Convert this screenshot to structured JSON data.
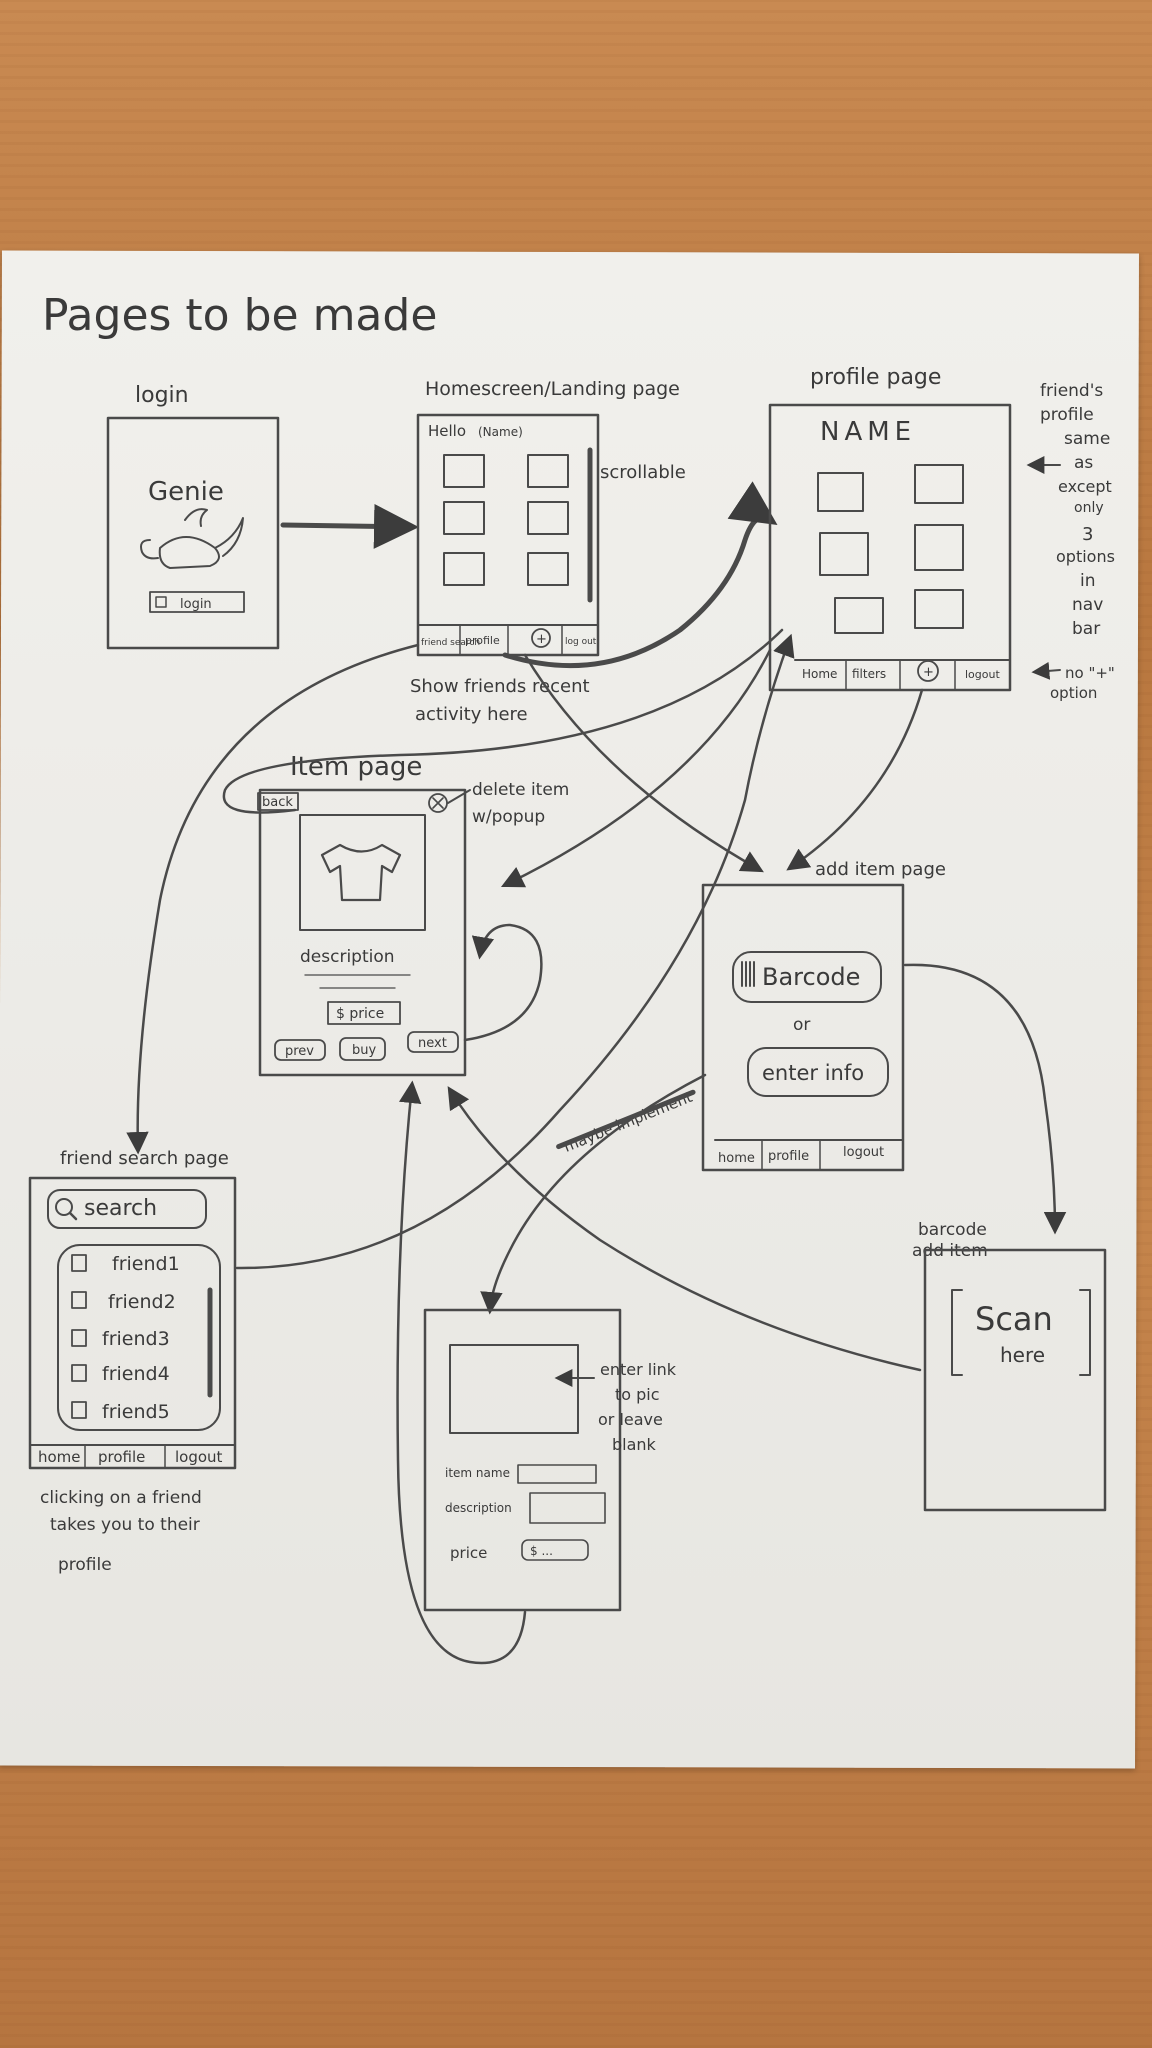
{
  "title": "Pages to be made",
  "login": {
    "label": "login",
    "app_name": "Genie",
    "button": "login"
  },
  "home": {
    "label": "Homescreen/Landing page",
    "greeting": "Hello",
    "name_placeholder": "(Name)",
    "scroll_note": "scrollable",
    "nav": [
      "friend search",
      "profile",
      "+",
      "log out"
    ],
    "note": "Show friends recent activity here"
  },
  "profile": {
    "label": "profile page",
    "name": "NAME",
    "nav": [
      "Home",
      "filters",
      "+",
      "logout"
    ],
    "side_note": [
      "friend's",
      "profile",
      "same",
      "as",
      "except",
      "only",
      "3",
      "options",
      "in",
      "nav",
      "bar"
    ],
    "plus_note": [
      "no \"+\"",
      "option"
    ]
  },
  "item": {
    "label": "Item page",
    "back": "back",
    "delete_note": [
      "delete item",
      "w/popup"
    ],
    "description": "description",
    "price": "$ price",
    "buttons": [
      "prev",
      "buy",
      "next"
    ]
  },
  "add_item": {
    "label": "add item page",
    "barcode": "Barcode",
    "or": "or",
    "enter_info": "enter info",
    "nav": [
      "home",
      "profile",
      "logout"
    ],
    "arrow_note": "maybe implement"
  },
  "friend_search": {
    "label": "friend search page",
    "search": "search",
    "friends": [
      "friend1",
      "friend2",
      "friend3",
      "friend4",
      "friend5"
    ],
    "nav": [
      "home",
      "profile",
      "logout"
    ],
    "note": [
      "clicking on a friend",
      "takes you to their",
      "profile"
    ]
  },
  "barcode_add": {
    "label": [
      "barcode",
      "add item"
    ],
    "scan": "Scan",
    "here": "here"
  },
  "enter_info_page": {
    "image_note": [
      "enter link",
      "to pic",
      "or leave",
      "blank"
    ],
    "fields": [
      "item name",
      "description",
      "price"
    ],
    "price_value": "$ ..."
  }
}
